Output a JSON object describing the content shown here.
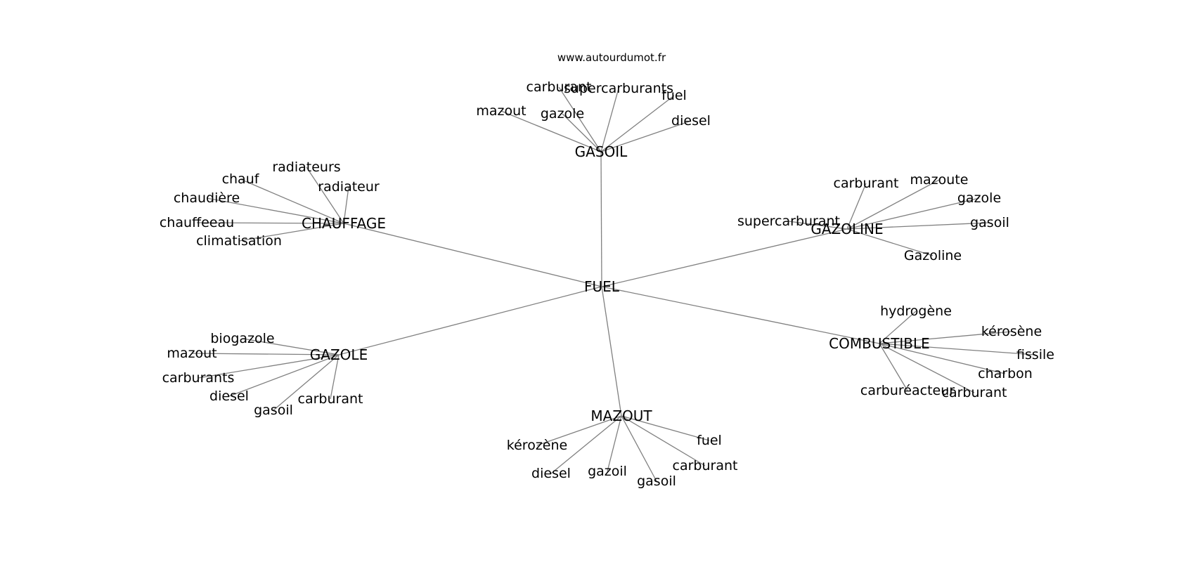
{
  "source": "www.autourdumot.fr",
  "colors": {
    "edge": "#808080",
    "text": "#000000",
    "background": "#ffffff"
  },
  "graph": {
    "center": "FUEL",
    "hubs": [
      {
        "id": "gasoil",
        "label": "GASOIL",
        "leaves": [
          "carburant",
          "supercarburants",
          "fuel",
          "mazout",
          "gazole",
          "diesel"
        ]
      },
      {
        "id": "chauffage",
        "label": "CHAUFFAGE",
        "leaves": [
          "radiateurs",
          "chauf",
          "radiateur",
          "chaudière",
          "chauffeeau",
          "climatisation"
        ]
      },
      {
        "id": "gazoline",
        "label": "GAZOLINE",
        "leaves": [
          "carburant",
          "mazoute",
          "gazole",
          "supercarburant",
          "gasoil",
          "Gazoline"
        ]
      },
      {
        "id": "combustible",
        "label": "COMBUSTIBLE",
        "leaves": [
          "hydrogène",
          "kérosène",
          "fissile",
          "charbon",
          "carburéacteur",
          "carburant"
        ]
      },
      {
        "id": "gazole",
        "label": "GAZOLE",
        "leaves": [
          "biogazole",
          "mazout",
          "carburants",
          "diesel",
          "gasoil",
          "carburant"
        ]
      },
      {
        "id": "mazout",
        "label": "MAZOUT",
        "leaves": [
          "kérozène",
          "fuel",
          "carburant",
          "diesel",
          "gazoil",
          "gasoil"
        ]
      }
    ]
  }
}
